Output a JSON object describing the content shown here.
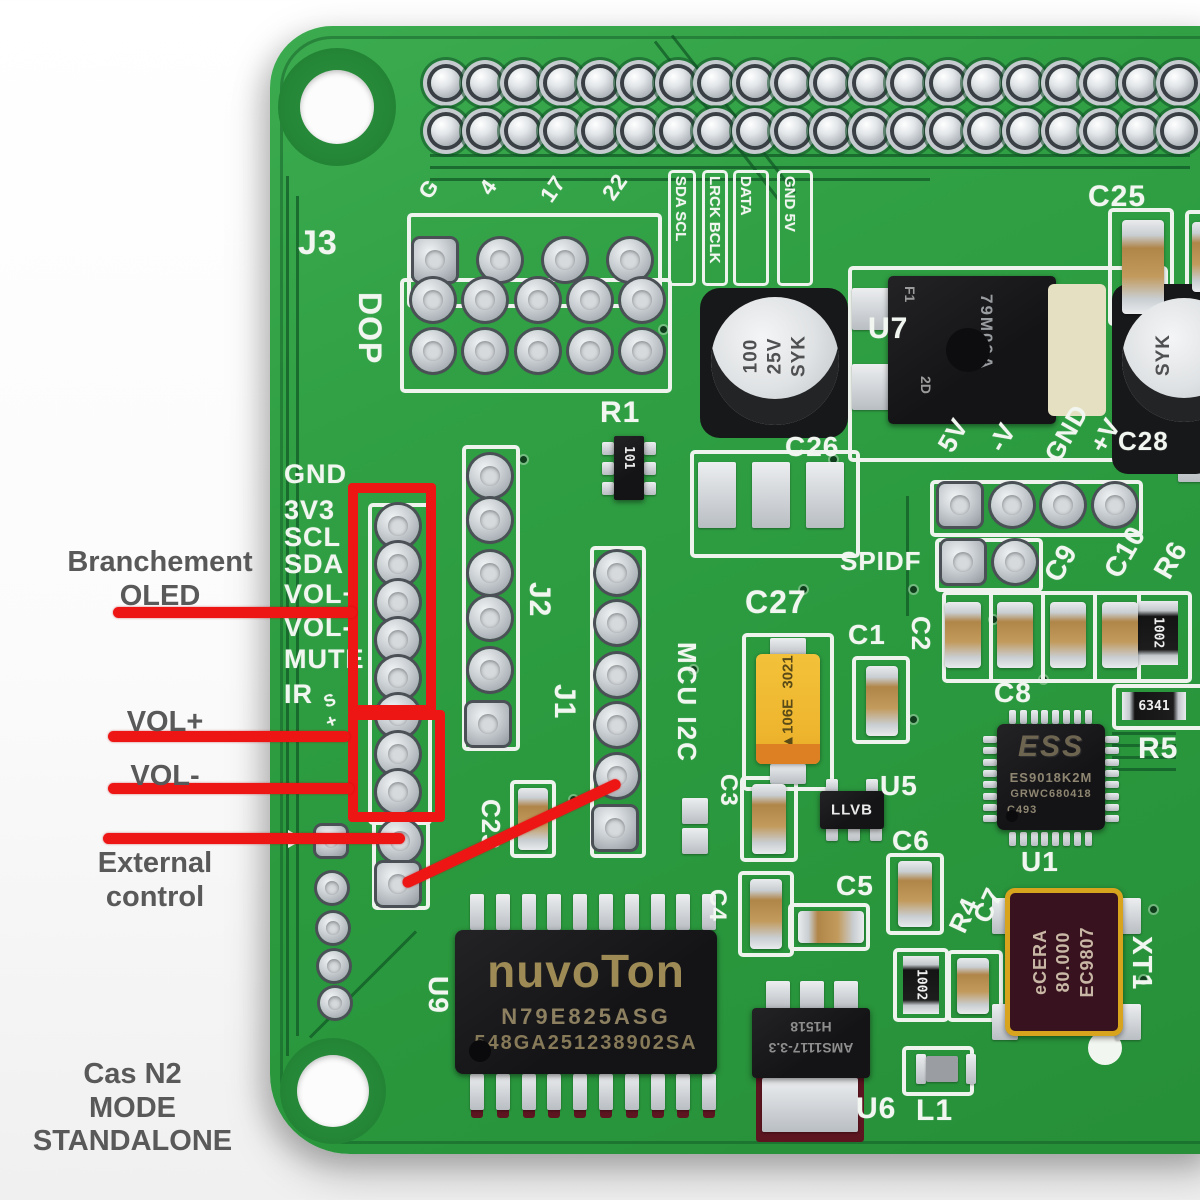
{
  "page": {
    "background": "#fafafa"
  },
  "board": {
    "base_color": "#2f9e43",
    "silkscreen_color": "#eef3ee",
    "highlight_color": "#ee1515"
  },
  "annotations": {
    "branchement_line1": "Branchement",
    "branchement_line2": "OLED",
    "vol_plus": "VOL+",
    "vol_minus": "VOL-",
    "external_line1": "External",
    "external_line2": "control",
    "mode_line1": "Cas N2",
    "mode_line2": "MODE",
    "mode_line3": "STANDALONE",
    "text_color": "#595959"
  },
  "silkscreen": {
    "j3": "J3",
    "dop": "DOP",
    "r1": "R1",
    "j2": "J2",
    "j1": "J1",
    "mcu_i2c": "MCU I2C",
    "spdif": "SPIDF",
    "u1": "U1",
    "u5": "U5",
    "u6": "U6",
    "u7": "U7",
    "u9": "U9",
    "l1": "L1",
    "xt1": "XT1",
    "c1": "C1",
    "c2": "C2",
    "c3": "C3",
    "c4": "C4",
    "c5": "C5",
    "c6": "C6",
    "c7": "C7",
    "c8": "C8",
    "c9": "C9",
    "c10": "C10",
    "c23": "C23",
    "c25": "C25",
    "c26": "C26",
    "c27": "C27",
    "c28": "C28",
    "r4": "R4",
    "r5": "R5",
    "r6": "R6",
    "s_mark": "S",
    "plus_mark": "+",
    "gpio_labels": [
      "G",
      "4",
      "17",
      "22"
    ],
    "bus_labels": [
      "SDA SCL",
      "LRCK BCLK",
      "DATA",
      "GND 5V"
    ],
    "oled_pin_labels": [
      "GND",
      "3V3",
      "SCL",
      "SDA",
      "VOL+",
      "VOL-",
      "MUTE",
      "IR"
    ],
    "power_labels": [
      "5V",
      "-V",
      "GND",
      "+V"
    ]
  },
  "components": {
    "r1_value": "101",
    "r4_value": "1002",
    "r5_value": "6341",
    "r6_value": "1002",
    "elcap1_marking": [
      "100",
      "25V",
      "SYK"
    ],
    "elcap2_marking": [
      "SYK"
    ],
    "u7_chip": {
      "ref": "F1",
      "part": "79M09A",
      "date": "2D"
    },
    "u5_marking": "LLVB",
    "c27_tantalum": {
      "polarity": "▲",
      "code": "106E",
      "date": "3021"
    },
    "ess_dac": {
      "logo": "ESS",
      "part": "ES9018K2M",
      "lot": "GRWC680418",
      "rev": "C493"
    },
    "nuvoton_mcu": {
      "brand": "nuvoTon",
      "part": "N79E825ASG",
      "lot": "548GA251238902SA"
    },
    "ams_regulator": {
      "part": "AMS1117-3.3",
      "date": "H1518"
    },
    "crystal": {
      "brand": "eCERA",
      "freq": "80.000",
      "code": "EC9807"
    }
  },
  "counts": {
    "top_header_rows": 2,
    "top_header_pins_per_row": 20,
    "j3_pins": 4,
    "dop_rows": 2,
    "dop_cols": 5,
    "oled_pins": 8,
    "j2_pins": 6,
    "j1_pins": 6,
    "power_pins": 4,
    "spdif_pins": 2,
    "nuvoton_pins_per_side": 10,
    "ess_pins_per_side": 8,
    "side_small_pads": 5,
    "crystal_pads": 4
  }
}
